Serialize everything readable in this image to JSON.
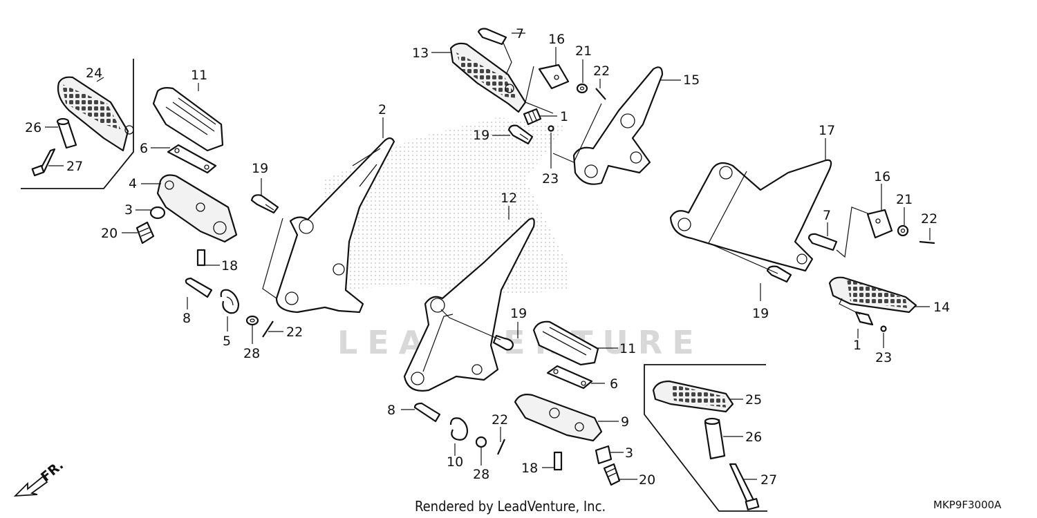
{
  "callouts": {
    "c1a": "1",
    "c1b": "1",
    "c2": "2",
    "c3a": "3",
    "c3b": "3",
    "c4": "4",
    "c5": "5",
    "c6a": "6",
    "c6b": "6",
    "c7a": "7",
    "c7b": "7",
    "c8a": "8",
    "c8b": "8",
    "c9": "9",
    "c10": "10",
    "c11a": "11",
    "c11b": "11",
    "c12": "12",
    "c13": "13",
    "c14": "14",
    "c15": "15",
    "c16a": "16",
    "c16b": "16",
    "c17": "17",
    "c18a": "18",
    "c18b": "18",
    "c19a": "19",
    "c19b": "19",
    "c19c": "19",
    "c19d": "19",
    "c20a": "20",
    "c20b": "20",
    "c21a": "21",
    "c21b": "21",
    "c22a": "22",
    "c22b": "22",
    "c22c": "22",
    "c22d": "22",
    "c23a": "23",
    "c23b": "23",
    "c24": "24",
    "c25": "25",
    "c26a": "26",
    "c26b": "26",
    "c27a": "27",
    "c27b": "27",
    "c28a": "28",
    "c28b": "28"
  },
  "footer": {
    "credit": "Rendered by LeadVenture, Inc.",
    "diagram_code": "MKP9F3000A",
    "front_indicator": "FR."
  },
  "watermark": {
    "text": "LEADVENTURE"
  }
}
